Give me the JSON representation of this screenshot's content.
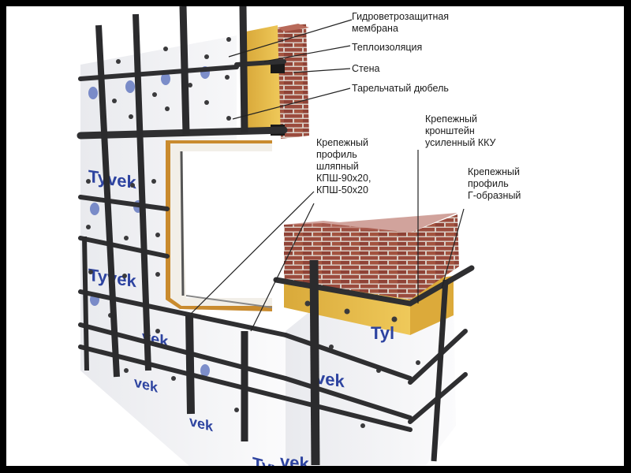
{
  "diagram": {
    "subject": "Ventilated facade assembly with Tyvek membrane, insulation, brick wall and metal subframe",
    "colors": {
      "border": "#000000",
      "background": "#ffffff",
      "brick": "#9a4a3c",
      "brick_mortar": "#d8c8bf",
      "insulation": "#e8bf4a",
      "membrane": "#f4f4f6",
      "membrane_print": "#2a3f9a",
      "profile": "#2e2e30",
      "leader_line": "#222222"
    },
    "membrane_print_text": "Tyvek",
    "labels": [
      {
        "id": "membrane",
        "text": "Гидроветрозащитная\nмембрана"
      },
      {
        "id": "insulation",
        "text": "Теплоизоляция"
      },
      {
        "id": "wall",
        "text": "Стена"
      },
      {
        "id": "dowel",
        "text": "Тарельчатый дюбель"
      },
      {
        "id": "hat-profile",
        "text": "Крепежный\nпрофиль\nшляпный\nКПШ-90х20,\nКПШ-50х20"
      },
      {
        "id": "bracket",
        "text": "Крепежный\nкронштейн\nусиленный ККУ"
      },
      {
        "id": "l-profile",
        "text": "Крепежный\nпрофиль\nГ-образный"
      }
    ]
  }
}
